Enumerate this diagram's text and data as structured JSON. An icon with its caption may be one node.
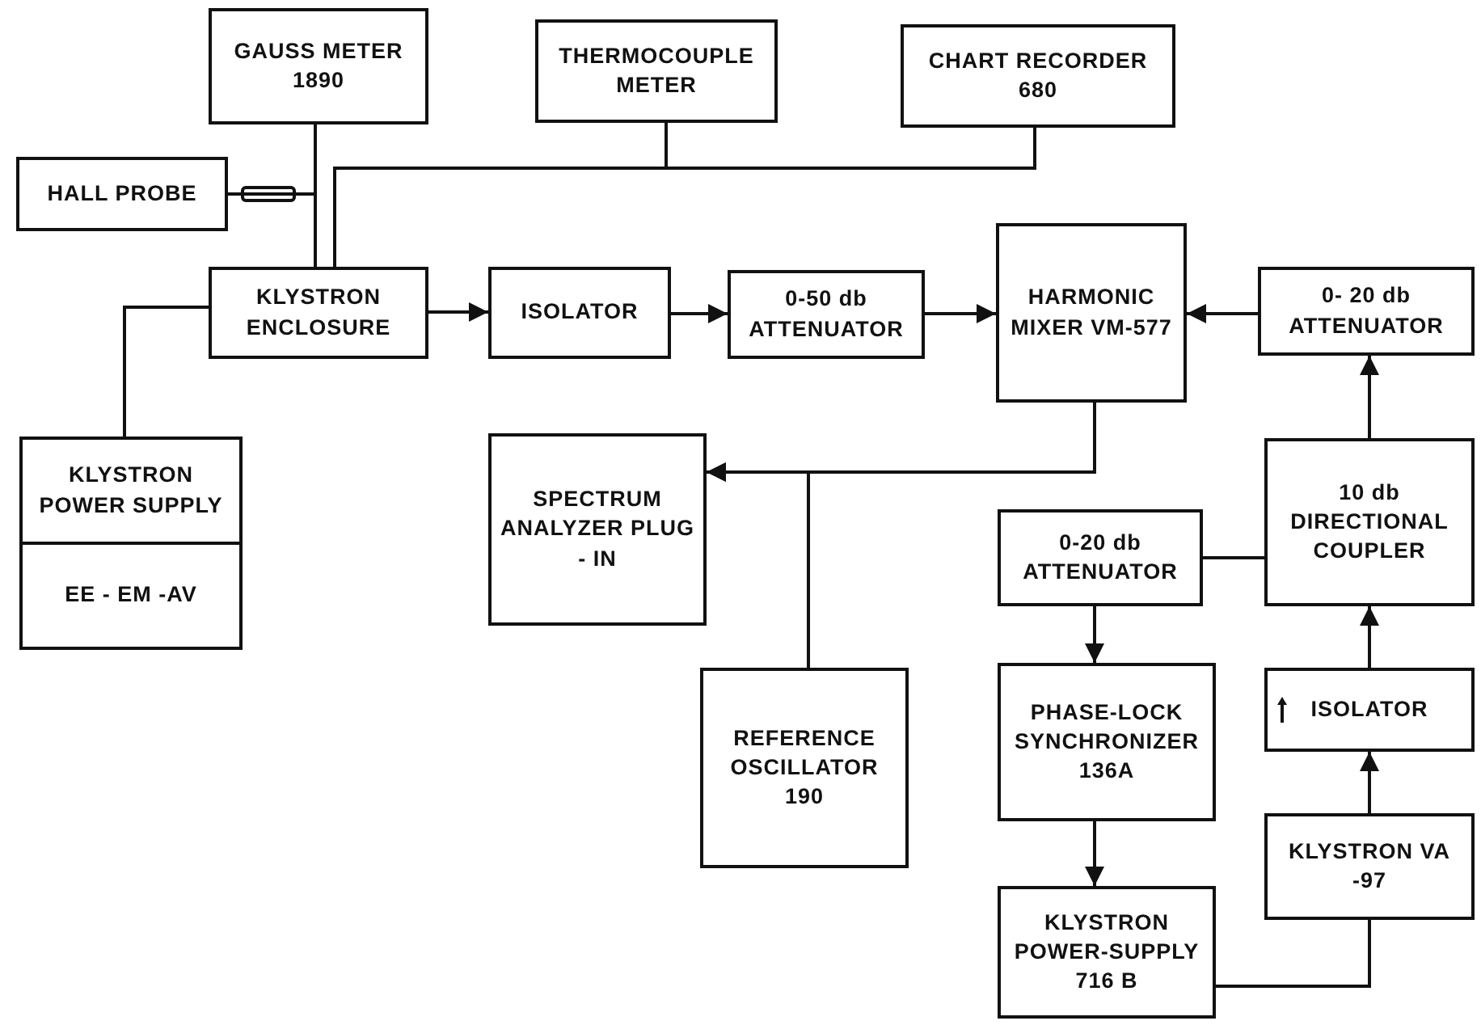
{
  "diagram": {
    "nodes": [
      {
        "text": [
          "GAUSS METER 1890"
        ]
      },
      {
        "text": [
          "THERMOCOUPLE METER"
        ]
      },
      {
        "text": [
          "CHART RECORDER 680"
        ]
      },
      {
        "text": [
          "HALL PROBE"
        ]
      },
      {
        "text": [
          "KLYSTRON ENCLOSURE"
        ]
      },
      {
        "text": [
          "ISOLATOR"
        ]
      },
      {
        "text": [
          "0-50 db ATTENUATOR"
        ]
      },
      {
        "text": [
          "HARMONIC MIXER VM-577"
        ]
      },
      {
        "text": [
          "0- 20 db ATTENUATOR"
        ]
      },
      {
        "text": [
          "KLYSTRON POWER SUPPLY",
          "EE - EM -AV"
        ]
      },
      {
        "text": [
          "SPECTRUM ANALYZER PLUG - IN"
        ]
      },
      {
        "text": [
          "REFERENCE OSCILLATOR 190"
        ]
      },
      {
        "text": [
          "0-20 db ATTENUATOR"
        ]
      },
      {
        "text": [
          "10 db DIRECTIONAL COUPLER"
        ]
      },
      {
        "text": [
          "PHASE-LOCK SYNCHRONIZER 136A"
        ]
      },
      {
        "text": [
          "ISOLATOR"
        ]
      },
      {
        "text": [
          "KLYSTRON POWER-SUPPLY 716 B"
        ]
      },
      {
        "text": [
          "KLYSTRON VA -97"
        ]
      }
    ],
    "edges": [
      {
        "from": 0,
        "to": 4,
        "arrow": "none"
      },
      {
        "from": 3,
        "to": 0,
        "arrow": "none"
      },
      {
        "from": 4,
        "to": 1,
        "arrow": "none"
      },
      {
        "from": 4,
        "to": 2,
        "arrow": "none"
      },
      {
        "from": 4,
        "to": 9,
        "arrow": "none"
      },
      {
        "from": 4,
        "to": 5,
        "arrow": "to"
      },
      {
        "from": 5,
        "to": 6,
        "arrow": "to"
      },
      {
        "from": 6,
        "to": 7,
        "arrow": "to"
      },
      {
        "from": 8,
        "to": 7,
        "arrow": "to"
      },
      {
        "from": 13,
        "to": 8,
        "arrow": "to"
      },
      {
        "from": 7,
        "to": 10,
        "arrow": "to"
      },
      {
        "from": 11,
        "to": 10,
        "arrow": "to"
      },
      {
        "from": 12,
        "to": 13,
        "arrow": "none"
      },
      {
        "from": 12,
        "to": 14,
        "arrow": "to"
      },
      {
        "from": 14,
        "to": 16,
        "arrow": "to"
      },
      {
        "from": 16,
        "to": 17,
        "arrow": "none"
      },
      {
        "from": 17,
        "to": 15,
        "arrow": "to"
      },
      {
        "from": 15,
        "to": 13,
        "arrow": "to"
      }
    ]
  }
}
